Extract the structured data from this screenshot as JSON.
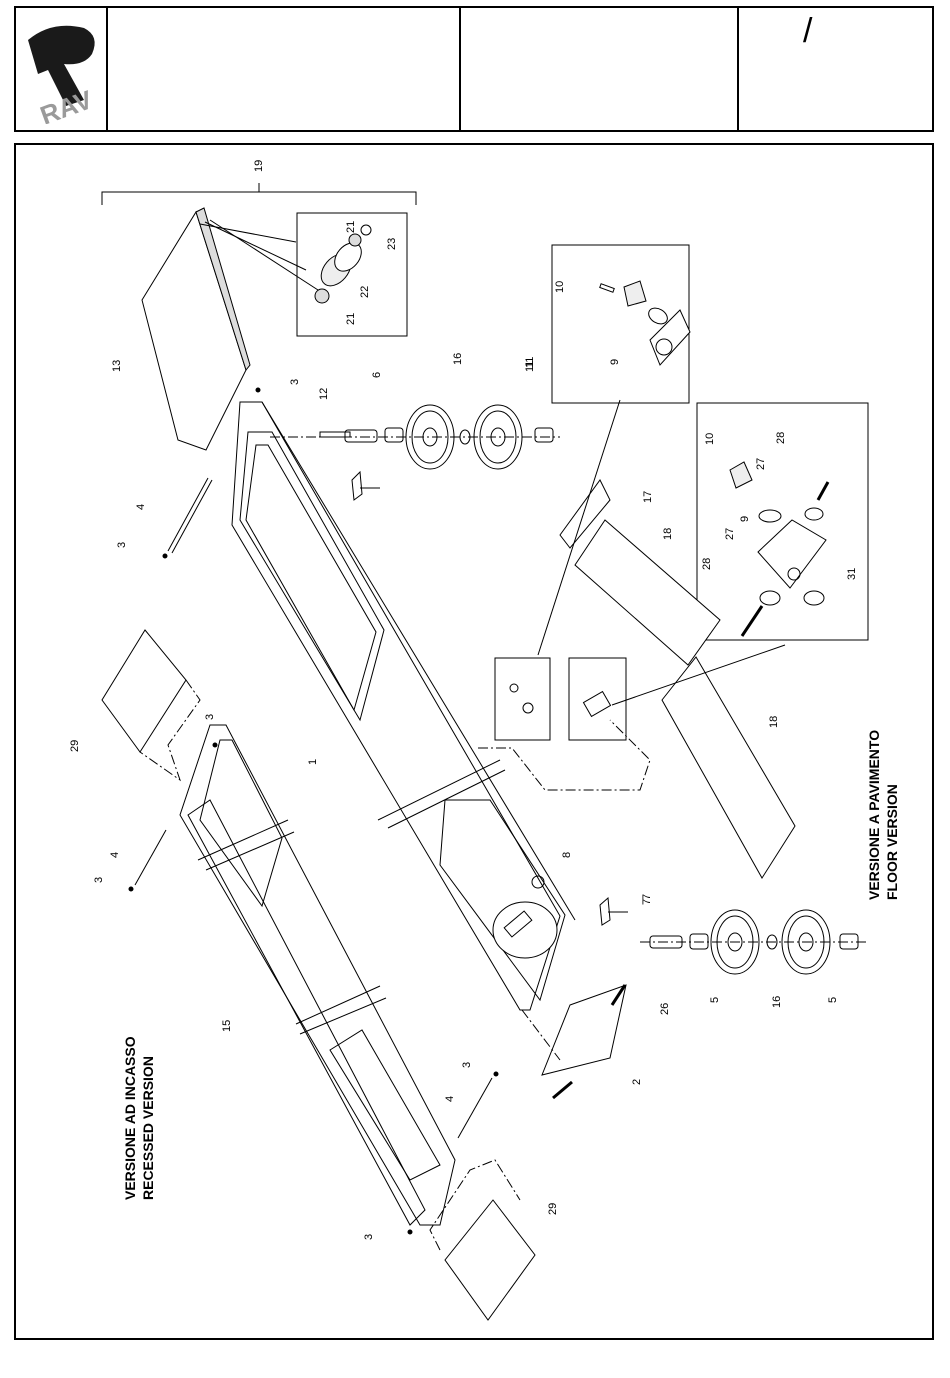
{
  "header": {
    "logo_text": "RAV",
    "sheet_mark": "/"
  },
  "drawing": {
    "recessed_version": {
      "line1": "VERSIONE AD INCASSO",
      "line2": "RECESSED VERSION"
    },
    "floor_version": {
      "line1": "VERSIONE A PAVIMENTO",
      "line2": "FLOOR VERSION"
    },
    "part_labels": [
      "19",
      "13",
      "3",
      "4",
      "3",
      "12",
      "6",
      "11",
      "16",
      "11",
      "21",
      "22",
      "21",
      "23",
      "10",
      "9",
      "17",
      "18",
      "10",
      "28",
      "27",
      "9",
      "27",
      "28",
      "31",
      "18",
      "29",
      "3",
      "1",
      "4",
      "3",
      "8",
      "7",
      "7",
      "26",
      "5",
      "16",
      "5",
      "15",
      "2",
      "3",
      "4",
      "3",
      "29"
    ]
  }
}
